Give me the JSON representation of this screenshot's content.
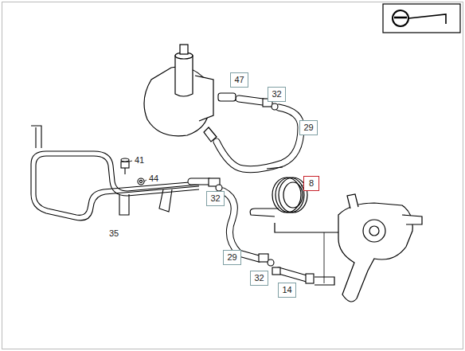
{
  "diagram": {
    "nodes": [
      {
        "text": [
          "47"
        ]
      },
      {
        "text": [
          "32"
        ]
      },
      {
        "text": [
          "29"
        ]
      },
      {
        "text": [
          "8"
        ]
      },
      {
        "text": [
          "32"
        ]
      },
      {
        "text": [
          "29"
        ]
      },
      {
        "text": [
          "32"
        ]
      },
      {
        "text": [
          "14"
        ]
      }
    ],
    "labels": [
      "41",
      "44",
      "35"
    ]
  }
}
